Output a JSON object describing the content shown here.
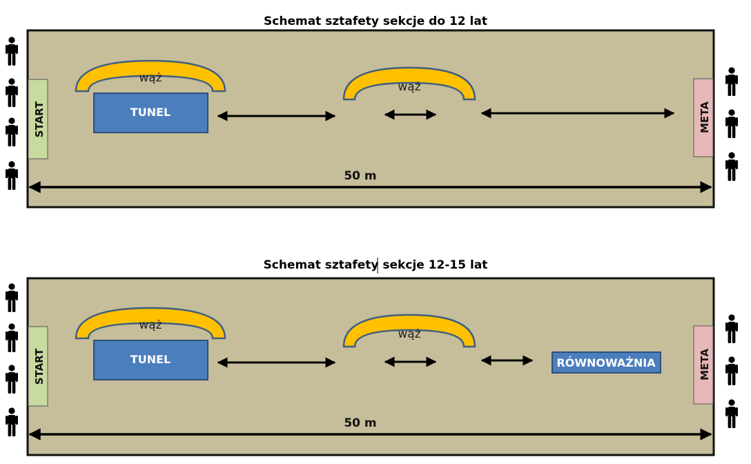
{
  "colors": {
    "field": "#c6bd9a",
    "field_border": "#111111",
    "start_fill": "#c8daa0",
    "meta_fill": "#e6b8b7",
    "snake_fill": "#ffc000",
    "snake_stroke": "#3f5f7f",
    "box_fill": "#4a7ebd",
    "box_stroke": "#2e4f7a",
    "arrow": "#000000",
    "person": "#000000"
  },
  "icons": {
    "person": "person-icon",
    "arrow": "double-arrow"
  },
  "diagram_top": {
    "title": "Schemat sztafety sekcje do 12 lat",
    "start_label": "START",
    "meta_label": "META",
    "snake_1_label": "wąż",
    "snake_2_label": "wąż",
    "tunnel_label": "TUNEL",
    "distance_label": "50 m"
  },
  "diagram_bottom": {
    "title": "Schemat sztafety sekcje 12-15 lat",
    "start_label": "START",
    "meta_label": "META",
    "snake_1_label": "wąż",
    "snake_2_label": "wąż",
    "tunnel_label": "TUNEL",
    "balance_label": "RÓWNOWAŻNIA",
    "distance_label": "50 m"
  }
}
